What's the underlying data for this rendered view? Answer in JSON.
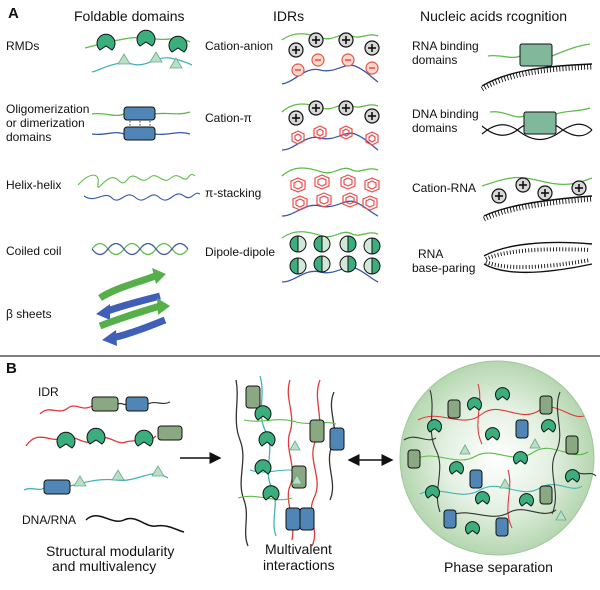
{
  "panel_a": {
    "letter": "A",
    "columns": {
      "foldable": "Foldable domains",
      "idrs": "IDRs",
      "nucleic": "Nucleic acids rcognition"
    },
    "foldable_rows": [
      "RMDs",
      "Oligomerization",
      "or dimerization",
      "domains",
      "Helix-helix",
      "Coiled coil",
      "β sheets"
    ],
    "idr_rows": [
      "Cation-anion",
      "Cation-π",
      "π-stacking",
      "Dipole-dipole"
    ],
    "nucleic_rows": [
      "RNA binding",
      "domains",
      "DNA binding",
      "domains",
      "Cation-RNA",
      "RNA",
      "base-paring"
    ]
  },
  "panel_b": {
    "letter": "B",
    "labels": {
      "idr": "IDR",
      "dna_rna": "DNA/RNA"
    },
    "captions": [
      "Structural modularity",
      "and  multivalency",
      "Multivalent",
      "interactions",
      "Phase separation"
    ]
  },
  "colors": {
    "green_line": "#5fbb4c",
    "blue_line": "#3b57a8",
    "red_line": "#e0393a",
    "teal_domain": "#3bae7e",
    "blue_domain": "#4f86b5",
    "sage_domain": "#8aa982",
    "triangle": "#b9dfc7",
    "pi_ring": "#ee4a4a",
    "divider": "#333333"
  }
}
